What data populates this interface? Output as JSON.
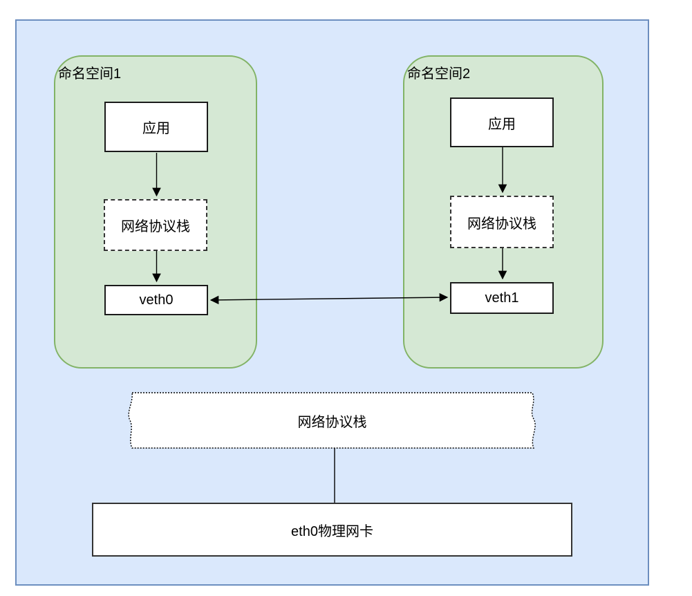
{
  "title": "Linux network namespaces veth diagram",
  "colors": {
    "canvas_fill": "#dae8fc",
    "canvas_border": "#6c8ebf",
    "namespace_fill": "#d5e8d4",
    "namespace_border": "#82b366",
    "node_fill": "#ffffff",
    "node_border": "#1a1a1a",
    "edge": "#000000"
  },
  "namespace1": {
    "label": "命名空间1",
    "app": "应用",
    "stack": "网络协议栈",
    "veth": "veth0"
  },
  "namespace2": {
    "label": "命名空间2",
    "app": "应用",
    "stack": "网络协议栈",
    "veth": "veth1"
  },
  "host": {
    "stack": "网络协议栈",
    "nic": "eth0物理网卡"
  },
  "edges": [
    {
      "from": "app-ns1",
      "to": "stack-ns1",
      "type": "arrow"
    },
    {
      "from": "stack-ns1",
      "to": "veth0",
      "type": "arrow"
    },
    {
      "from": "app-ns2",
      "to": "stack-ns2",
      "type": "arrow"
    },
    {
      "from": "stack-ns2",
      "to": "veth1",
      "type": "arrow"
    },
    {
      "from": "veth0",
      "to": "veth1",
      "type": "double-arrow"
    },
    {
      "from": "host-stack",
      "to": "nic",
      "type": "line"
    }
  ]
}
